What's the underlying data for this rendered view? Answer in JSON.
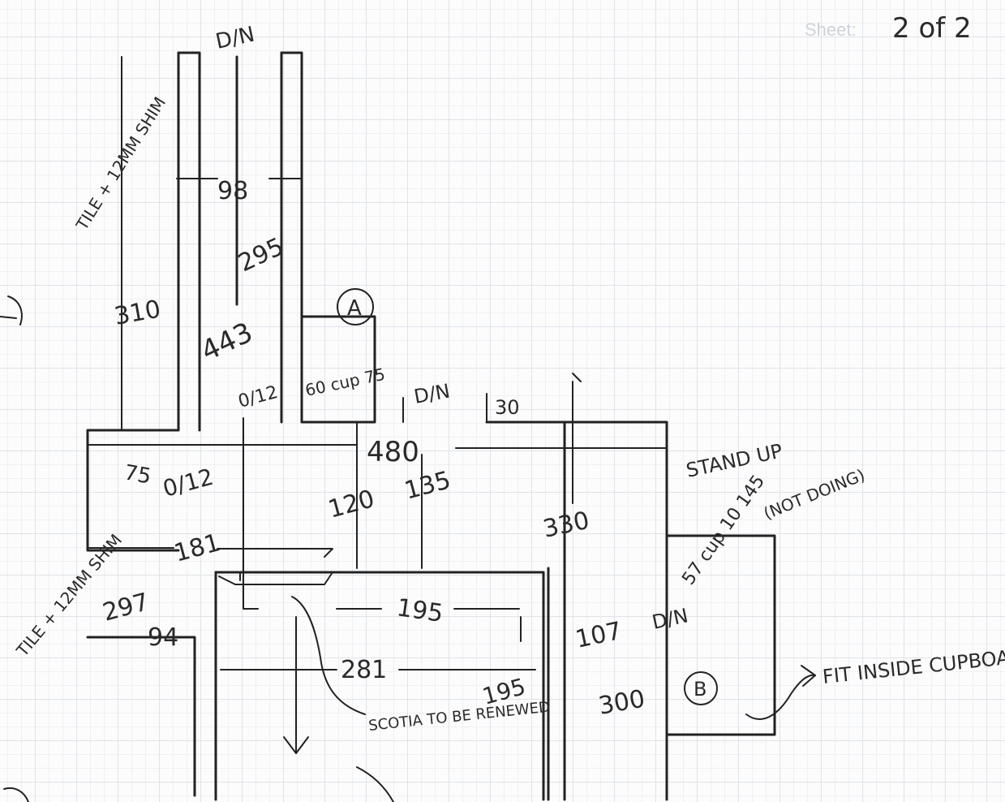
{
  "header": {
    "sheet_label": "Sheet:",
    "sheet_number": "2 of 2"
  },
  "annotations": {
    "top_dn": "D/N",
    "tile_shim_top": "TILE + 12MM SHIM",
    "dim_98": "98",
    "dim_295": "295",
    "dim_310": "310",
    "dim_443": "443",
    "marker_a": "A",
    "cup_a": "60 cup 75",
    "dim_0_12_a": "0/12",
    "mid_dn": "D/N",
    "dim_30": "30",
    "dim_75": "75",
    "dim_0_12_b": "0/12",
    "dim_480": "480",
    "dim_120": "120",
    "dim_135": "135",
    "stand_up": "STAND UP",
    "not_doing": "(NOT DOING)",
    "dim_330": "330",
    "dim_181": "181",
    "tile_shim_bottom": "TILE + 12MM SHIM",
    "dim_297": "297",
    "dim_94": "94",
    "dim_195_a": "195",
    "dim_281": "281",
    "dim_195_b": "195",
    "dim_107": "107",
    "right_dn": "D/N",
    "cup_b": "57 cup 10 145",
    "marker_b": "B",
    "dim_300": "300",
    "scotia_note": "SCOTIA TO BE RENEWED",
    "fit_note": "FIT INSIDE CUPBOARD"
  },
  "colors": {
    "ink": "#222222",
    "grid": "#dfe3e8",
    "paper": "#fcfcfc"
  }
}
